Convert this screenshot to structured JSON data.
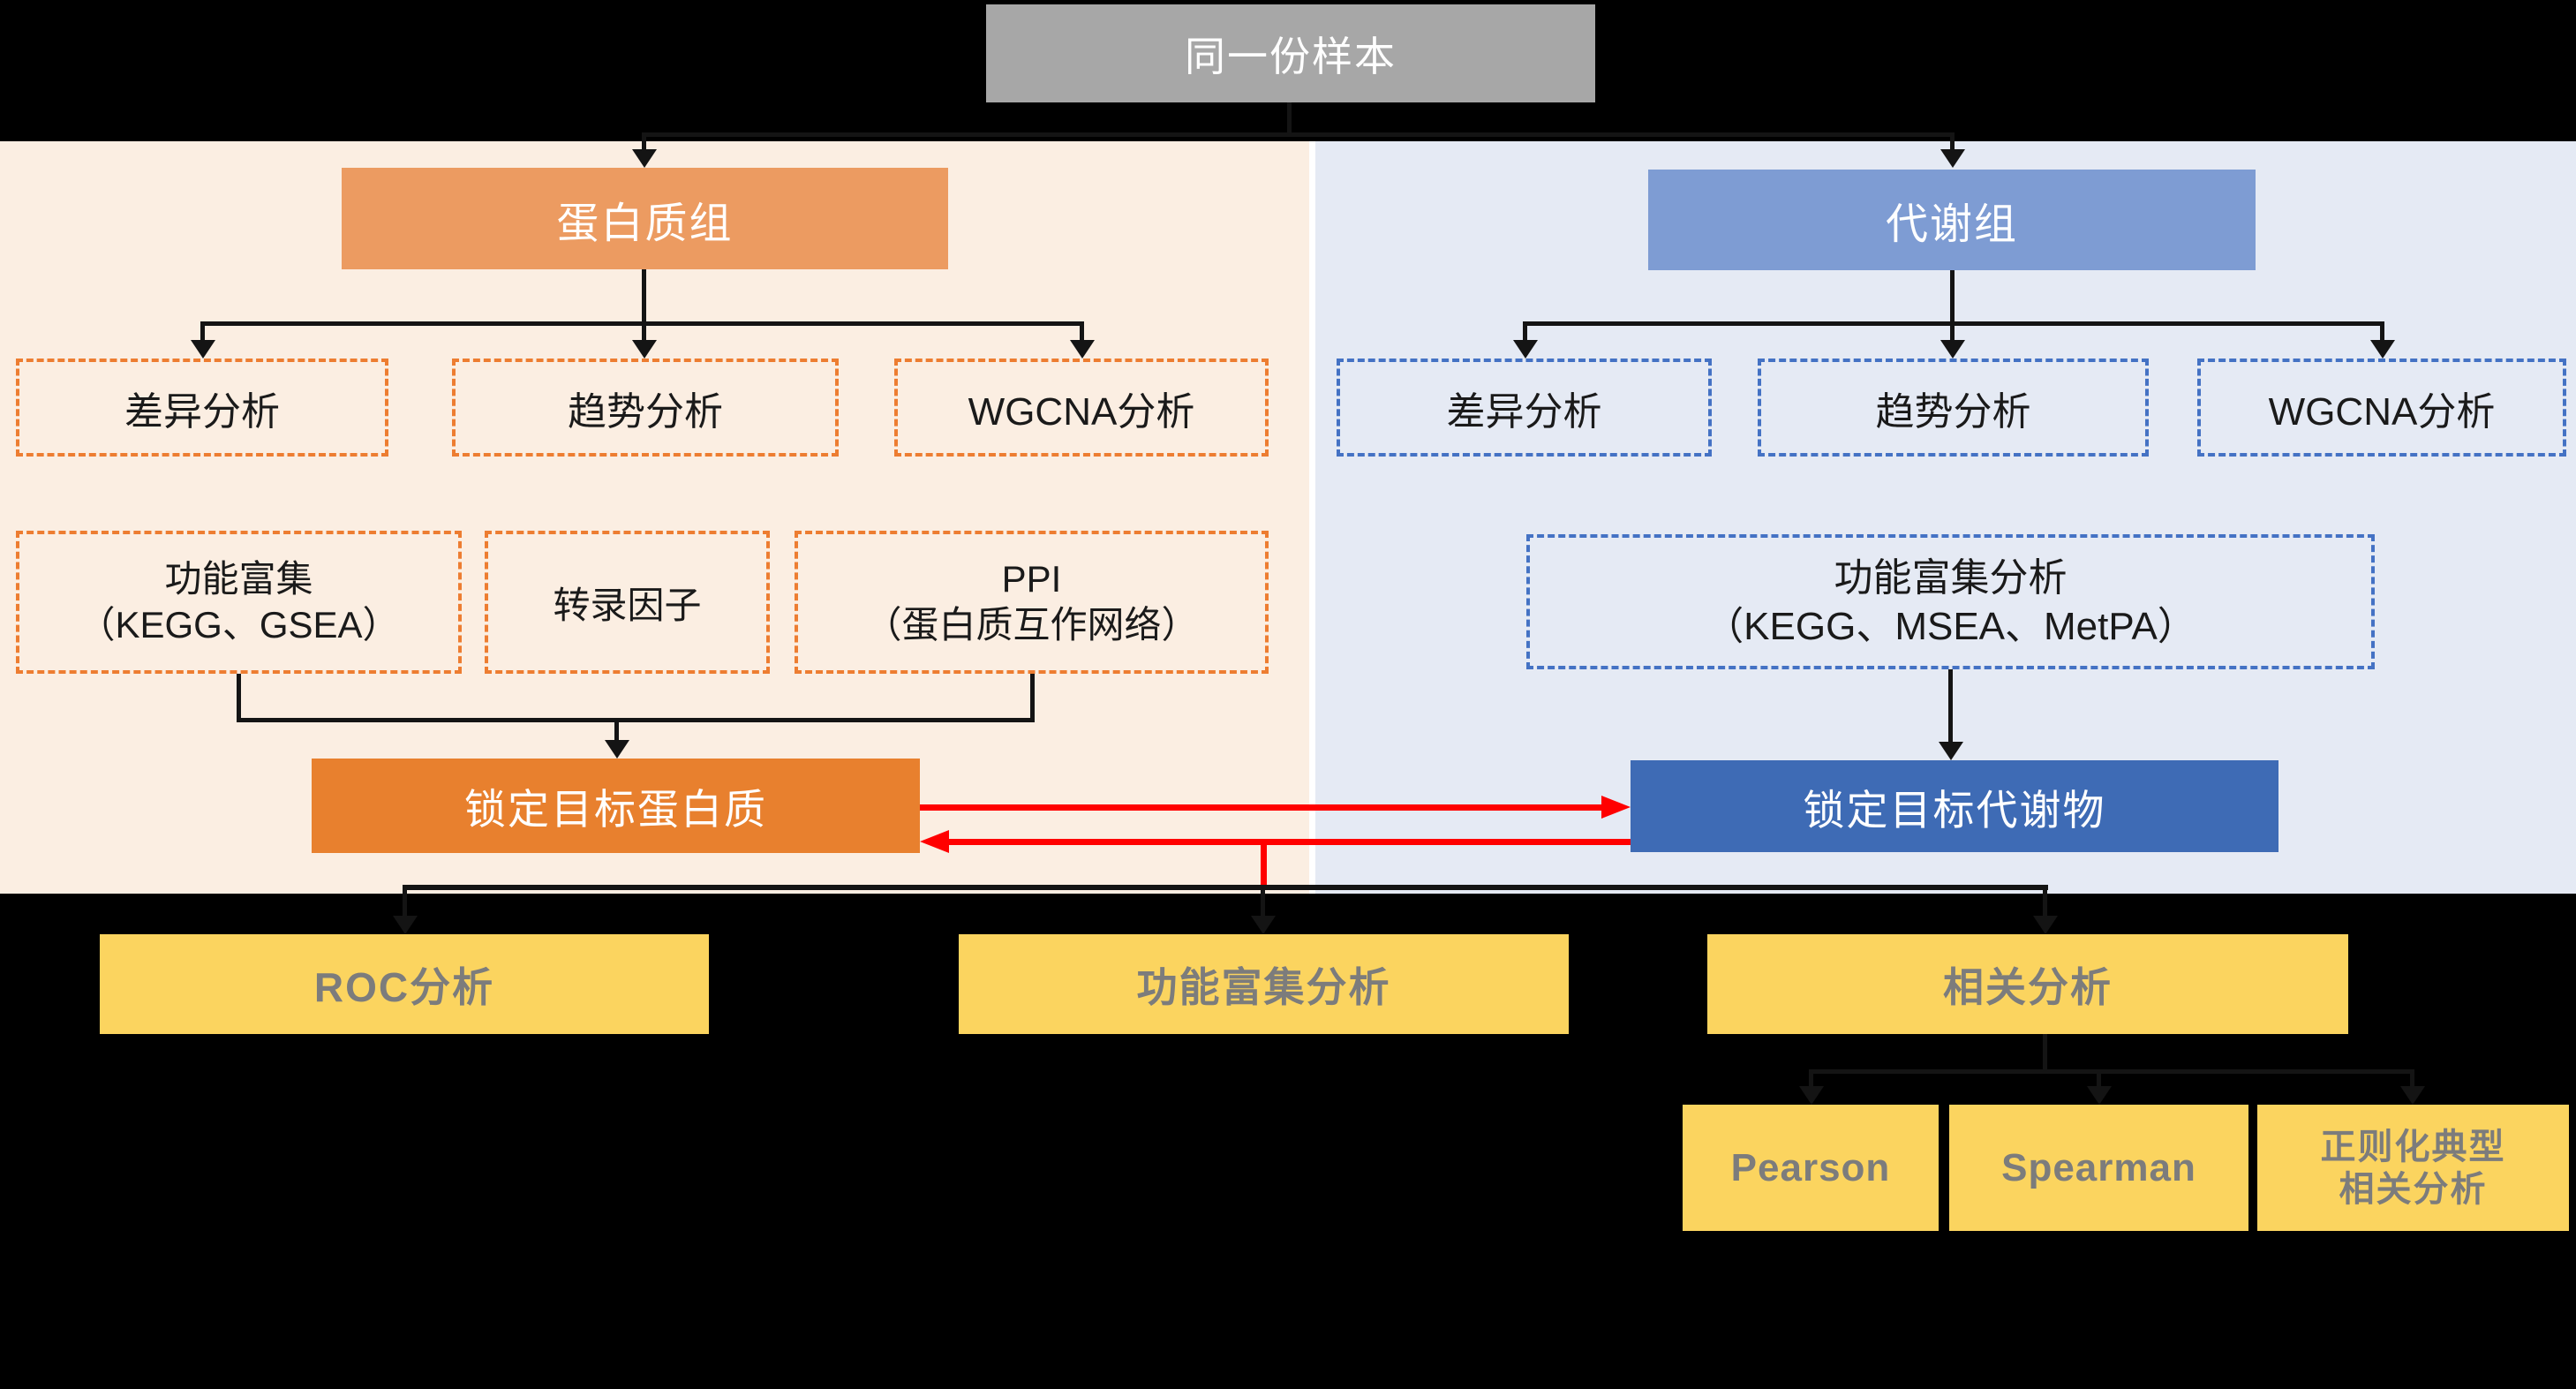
{
  "sample": {
    "label": "同一份样本"
  },
  "proteome": {
    "header": "蛋白质组",
    "row1": [
      {
        "label": "差异分析"
      },
      {
        "label": "趋势分析"
      },
      {
        "label": "WGCNA分析"
      }
    ],
    "row2": [
      {
        "line1": "功能富集",
        "line2": "（KEGG、GSEA）"
      },
      {
        "line1": "转录因子",
        "line2": ""
      },
      {
        "line1": "PPI",
        "line2": "（蛋白质互作网络）"
      }
    ],
    "target": "锁定目标蛋白质"
  },
  "metabolome": {
    "header": "代谢组",
    "row1": [
      {
        "label": "差异分析"
      },
      {
        "label": "趋势分析"
      },
      {
        "label": "WGCNA分析"
      }
    ],
    "enrichment": {
      "line1": "功能富集分析",
      "line2": "（KEGG、MSEA、MetPA）"
    },
    "target": "锁定目标代谢物"
  },
  "joint_analyses": [
    {
      "label": "ROC分析"
    },
    {
      "label": "功能富集分析"
    },
    {
      "label": "相关分析"
    }
  ],
  "correlation_methods": [
    {
      "line1": "Pearson",
      "line2": ""
    },
    {
      "line1": "Spearman",
      "line2": ""
    },
    {
      "line1": "正则化典型",
      "line2": "相关分析"
    }
  ],
  "colors": {
    "background": "#000000",
    "sample_box": "#A7A7A7",
    "proteome_panel": "#FBEEE2",
    "metabolome_panel": "#E5EAF4",
    "proteome_header": "#EC9B61",
    "proteome_target": "#E8802E",
    "metabolome_header": "#7E9CD3",
    "metabolome_target": "#3E6BB5",
    "dashed_orange": "#ED7D31",
    "dashed_blue": "#4472C4",
    "joint_box": "#FBD45F",
    "joint_text": "#7C7C7C",
    "cross_arrows": "#FF0000",
    "connector": "#141414"
  }
}
